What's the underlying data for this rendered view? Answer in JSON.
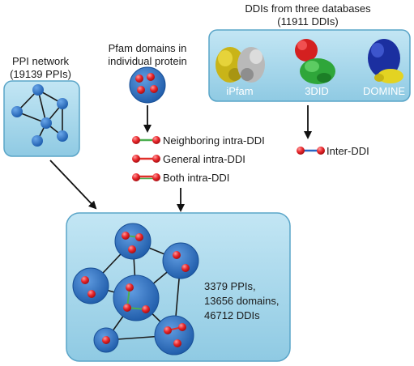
{
  "ppi_panel": {
    "title_line1": "PPI network",
    "title_line2": "(19139 PPIs)"
  },
  "pfam_panel": {
    "title_line1": "Pfam domains in",
    "title_line2": "individual protein"
  },
  "ddi_panel": {
    "title_line1": "DDIs from three databases",
    "title_line2": "(11911 DDIs)",
    "databases": [
      "iPfam",
      "3DID",
      "DOMINE"
    ]
  },
  "legend": {
    "neighboring": "Neighboring intra-DDI",
    "general": "General intra-DDI",
    "both": "Both intra-DDI",
    "inter": "Inter-DDI"
  },
  "result": {
    "line1": "3379 PPIs,",
    "line2": "13656 domains,",
    "line3": "46712 DDIs"
  },
  "colors": {
    "panel_fill": "#a9d8ec",
    "panel_stroke": "#5aa5c8",
    "protein_blue": "#2d6fc0",
    "domain_red": "#e41f26",
    "edge_green": "#4caf50",
    "edge_red": "#e0302a",
    "edge_blue": "#2a65c4"
  }
}
